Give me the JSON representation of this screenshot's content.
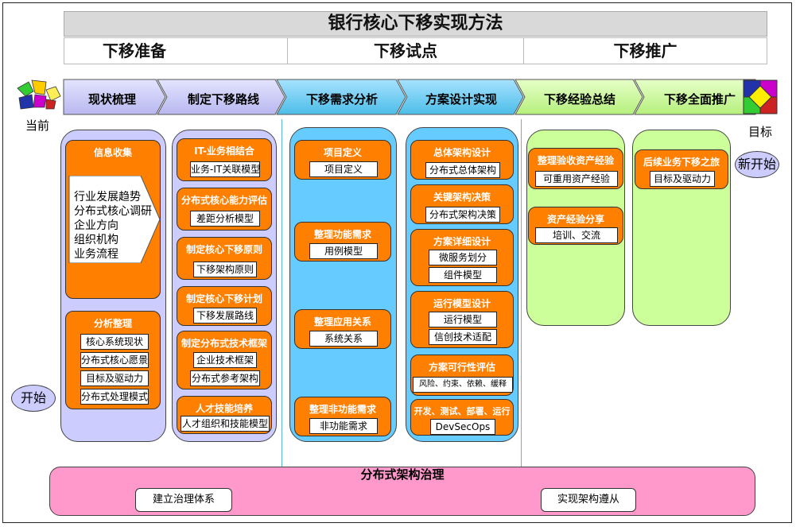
{
  "title": "银行核心下移实现方法",
  "phases": [
    "下移准备",
    "下移试点",
    "下移推广"
  ],
  "steps": [
    "现状梳理",
    "制定下移路线",
    "下移需求分析",
    "方案设计实现",
    "下移经验总结",
    "下移全面推广"
  ],
  "side": {
    "current": "当前",
    "target": "目标",
    "start": "开始",
    "new_start": "新开始"
  },
  "col1": {
    "info": {
      "title": "信息收集",
      "items": [
        "行业发展趋势",
        "分布式核心调研",
        "企业方向",
        "组织机构",
        "业务流程"
      ]
    },
    "analysis": {
      "title": "分析整理",
      "tags": [
        "核心系统现状",
        "分布式核心愿景",
        "目标及驱动力",
        "分布式处理模式"
      ]
    }
  },
  "col2": [
    {
      "title": "IT-业务相结合",
      "tags": [
        "业务-IT关联模型"
      ]
    },
    {
      "title": "分布式核心能力评估",
      "tags": [
        "差距分析模型"
      ]
    },
    {
      "title": "制定核心下移原则",
      "tags": [
        "下移架构原则"
      ]
    },
    {
      "title": "制定核心下移计划",
      "tags": [
        "下移发展路线"
      ]
    },
    {
      "title": "制定分布式技术框架",
      "tags": [
        "企业技术框架",
        "分布式参考架构"
      ]
    },
    {
      "title": "人才技能培养",
      "tags": [
        "人才组织和技能模型"
      ]
    }
  ],
  "col3": [
    {
      "title": "项目定义",
      "tags": [
        "项目定义"
      ]
    },
    {
      "title": "整理功能需求",
      "tags": [
        "用例模型"
      ]
    },
    {
      "title": "整理应用关系",
      "tags": [
        "系统关系"
      ]
    },
    {
      "title": "整理非功能需求",
      "tags": [
        "非功能需求"
      ]
    }
  ],
  "col4": [
    {
      "title": "总体架构设计",
      "tags": [
        "分布式总体架构"
      ]
    },
    {
      "title": "关键架构决策",
      "tags": [
        "分布式架构决策"
      ]
    },
    {
      "title": "方案详细设计",
      "tags": [
        "微服务划分",
        "组件模型"
      ]
    },
    {
      "title": "运行模型设计",
      "tags": [
        "运行模型",
        "信创技术适配"
      ]
    },
    {
      "title": "方案可行性评估",
      "tags": [
        "风险、约束、依赖、缓释"
      ]
    },
    {
      "title": "开发、测试、部署、运行",
      "tags": [
        "DevSecOps"
      ]
    }
  ],
  "col5": [
    {
      "title": "整理验收资产经验",
      "tags": [
        "可重用资产经验"
      ]
    },
    {
      "title": "资产经验分享",
      "tags": [
        "培训、交流"
      ]
    }
  ],
  "col6": [
    {
      "title": "后续业务下移之旅",
      "tags": [
        "目标及驱动力"
      ]
    }
  ],
  "governance": {
    "title": "分布式架构治理",
    "tags": [
      "建立治理体系",
      "实现架构遵从"
    ]
  },
  "colors": {
    "purple": "#ccccff",
    "blue": "#66ccff",
    "green": "#ccff99",
    "orange": "#ff7f00",
    "pink": "#ff99cc"
  }
}
